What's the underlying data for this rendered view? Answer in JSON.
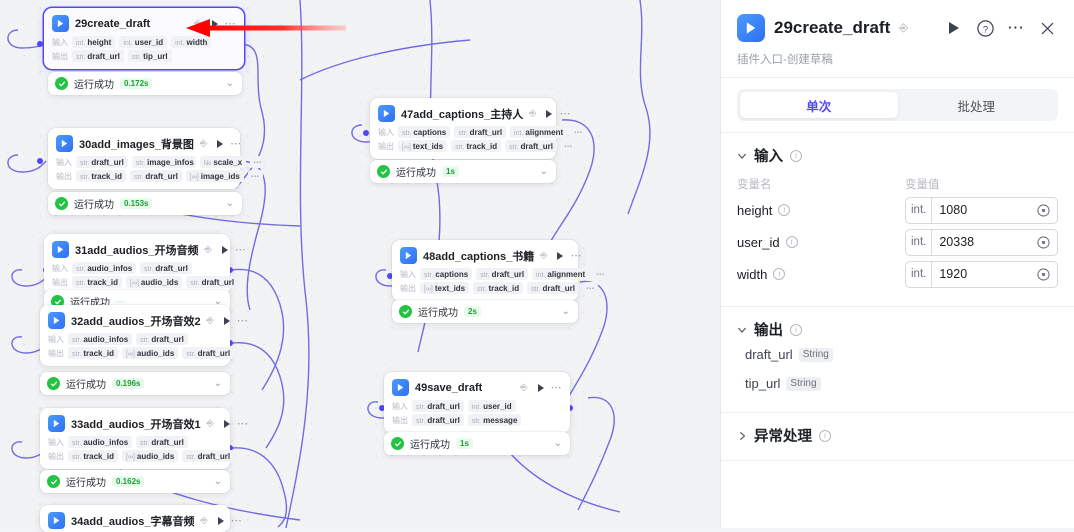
{
  "canvas": {
    "nodes": [
      {
        "id": "n29",
        "title": "29create_draft",
        "tag": "icon-badge",
        "selected": true,
        "inputs_label": "输入",
        "outputs_label": "输出",
        "inputs": [
          {
            "type": "int.",
            "name": "height"
          },
          {
            "type": "int.",
            "name": "user_id"
          },
          {
            "type": "int.",
            "name": "width"
          }
        ],
        "outputs": [
          {
            "type": "str.",
            "name": "draft_url"
          },
          {
            "type": "str.",
            "name": "tip_url"
          }
        ],
        "inputs_more": false,
        "outputs_more": false,
        "status": {
          "text": "运行成功",
          "time": "0.172s"
        }
      },
      {
        "id": "n30",
        "title": "30add_images_背景图",
        "tag": "icon-badge",
        "selected": false,
        "inputs_label": "输入",
        "outputs_label": "输出",
        "inputs": [
          {
            "type": "str.",
            "name": "draft_url"
          },
          {
            "type": "str.",
            "name": "image_infos"
          },
          {
            "type": "№",
            "name": "scale_x"
          }
        ],
        "outputs": [
          {
            "type": "str.",
            "name": "track_id"
          },
          {
            "type": "str.",
            "name": "draft_url"
          },
          {
            "type": "[∞]",
            "name": "image_ids"
          }
        ],
        "inputs_more": true,
        "outputs_more": true,
        "status": {
          "text": "运行成功",
          "time": "0.153s"
        }
      },
      {
        "id": "n31",
        "title": "31add_audios_开场音频",
        "tag": "icon-badge",
        "selected": false,
        "inputs_label": "输入",
        "outputs_label": "输出",
        "inputs": [
          {
            "type": "str.",
            "name": "audio_infos"
          },
          {
            "type": "str.",
            "name": "draft_url"
          }
        ],
        "outputs": [
          {
            "type": "str.",
            "name": "track_id"
          },
          {
            "type": "[∞]",
            "name": "audio_ids"
          },
          {
            "type": "str.",
            "name": "draft_url"
          }
        ],
        "inputs_more": false,
        "outputs_more": false,
        "status": {
          "text": "运行成功",
          "time": ""
        }
      },
      {
        "id": "n32",
        "title": "32add_audios_开场音效2",
        "tag": "icon-badge",
        "selected": false,
        "inputs_label": "输入",
        "outputs_label": "输出",
        "inputs": [
          {
            "type": "str.",
            "name": "audio_infos"
          },
          {
            "type": "str.",
            "name": "draft_url"
          }
        ],
        "outputs": [
          {
            "type": "str.",
            "name": "track_id"
          },
          {
            "type": "[∞]",
            "name": "audio_ids"
          },
          {
            "type": "str.",
            "name": "draft_url"
          }
        ],
        "inputs_more": false,
        "outputs_more": false,
        "status": {
          "text": "运行成功",
          "time": "0.196s"
        }
      },
      {
        "id": "n33",
        "title": "33add_audios_开场音效1",
        "tag": "icon-badge",
        "selected": false,
        "inputs_label": "输入",
        "outputs_label": "输出",
        "inputs": [
          {
            "type": "str.",
            "name": "audio_infos"
          },
          {
            "type": "str.",
            "name": "draft_url"
          }
        ],
        "outputs": [
          {
            "type": "str.",
            "name": "track_id"
          },
          {
            "type": "[∞]",
            "name": "audio_ids"
          },
          {
            "type": "str.",
            "name": "draft_url"
          }
        ],
        "inputs_more": false,
        "outputs_more": false,
        "status": {
          "text": "运行成功",
          "time": "0.162s"
        }
      },
      {
        "id": "n34",
        "title": "34add_audios_字幕音频",
        "tag": "icon-badge",
        "selected": false,
        "inputs_label": "输入",
        "outputs_label": "输出",
        "inputs": [],
        "outputs": [],
        "inputs_more": false,
        "outputs_more": false,
        "status": null
      },
      {
        "id": "n47",
        "title": "47add_captions_主持人",
        "tag": "icon-badge",
        "selected": false,
        "inputs_label": "输入",
        "outputs_label": "输出",
        "inputs": [
          {
            "type": "str.",
            "name": "captions"
          },
          {
            "type": "str.",
            "name": "draft_url"
          },
          {
            "type": "int.",
            "name": "alignment"
          }
        ],
        "outputs": [
          {
            "type": "[∞]",
            "name": "text_ids"
          },
          {
            "type": "str.",
            "name": "track_id"
          },
          {
            "type": "str.",
            "name": "draft_url"
          }
        ],
        "inputs_more": true,
        "outputs_more": true,
        "status": {
          "text": "运行成功",
          "time": "1s"
        }
      },
      {
        "id": "n48",
        "title": "48add_captions_书籍",
        "tag": "icon-badge",
        "selected": false,
        "inputs_label": "输入",
        "outputs_label": "输出",
        "inputs": [
          {
            "type": "str.",
            "name": "captions"
          },
          {
            "type": "str.",
            "name": "draft_url"
          },
          {
            "type": "int.",
            "name": "alignment"
          }
        ],
        "outputs": [
          {
            "type": "[∞]",
            "name": "text_ids"
          },
          {
            "type": "str.",
            "name": "track_id"
          },
          {
            "type": "str.",
            "name": "draft_url"
          }
        ],
        "inputs_more": true,
        "outputs_more": true,
        "status": {
          "text": "运行成功",
          "time": "2s"
        }
      },
      {
        "id": "n49",
        "title": "49save_draft",
        "tag": "icon-badge",
        "selected": false,
        "inputs_label": "输入",
        "outputs_label": "输出",
        "inputs": [
          {
            "type": "str.",
            "name": "draft_url"
          },
          {
            "type": "int.",
            "name": "user_id"
          }
        ],
        "outputs": [
          {
            "type": "str.",
            "name": "draft_url"
          },
          {
            "type": "str.",
            "name": "message"
          }
        ],
        "inputs_more": false,
        "outputs_more": false,
        "status": {
          "text": "运行成功",
          "time": "1s"
        }
      }
    ],
    "annotation": {
      "shape": "left-arrow",
      "color": "#ff0000"
    }
  },
  "panel": {
    "title": "29create_draft",
    "subtitle": "插件入口-创建草稿",
    "tabs": [
      {
        "label": "单次",
        "active": true
      },
      {
        "label": "批处理",
        "active": false
      }
    ],
    "input_section": {
      "title": "输入",
      "col_name": "变量名",
      "col_value": "变量值",
      "rows": [
        {
          "name": "height",
          "type": "int.",
          "value": "1080"
        },
        {
          "name": "user_id",
          "type": "int.",
          "value": "20338"
        },
        {
          "name": "width",
          "type": "int.",
          "value": "1920"
        }
      ]
    },
    "output_section": {
      "title": "输出",
      "rows": [
        {
          "name": "draft_url",
          "type": "String"
        },
        {
          "name": "tip_url",
          "type": "String"
        }
      ]
    },
    "exception_section": {
      "title": "异常处理"
    }
  },
  "colors": {
    "accent": "#5147ff",
    "success": "#23c343",
    "canvas_bg": "#f2f3f5",
    "annotation": "#ff0000"
  }
}
